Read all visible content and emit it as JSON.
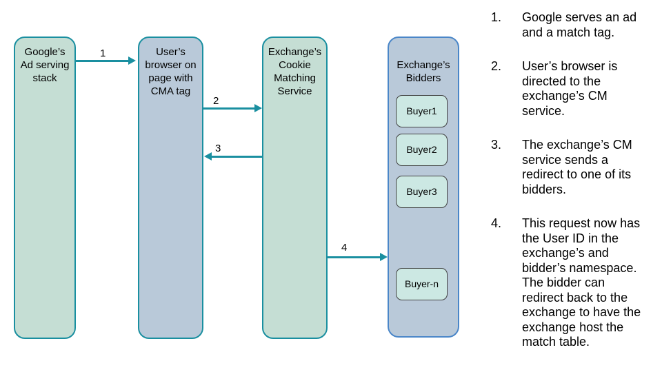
{
  "colors": {
    "teal": "#1a8fa0",
    "green_fill": "#c5ded4",
    "blue_fill": "#b9c9d9",
    "blue_border": "#4a86c8",
    "buyer_fill": "#cce8e3",
    "buyer_border": "#3f3f3f"
  },
  "diagram": {
    "google": {
      "label": "Google’s\nAd serving\nstack"
    },
    "browser": {
      "label": "User’s\nbrowser on\npage with\nCMA tag"
    },
    "cm_service": {
      "label": "Exchange’s\nCookie\nMatching\nService"
    },
    "bidders": {
      "label": "Exchange’s\nBidders",
      "buyers": [
        {
          "label": "Buyer1"
        },
        {
          "label": "Buyer2"
        },
        {
          "label": "Buyer3"
        },
        {
          "label": "Buyer-n"
        }
      ]
    },
    "arrows": [
      {
        "label": "1"
      },
      {
        "label": "2"
      },
      {
        "label": "3"
      },
      {
        "label": "4"
      }
    ]
  },
  "notes": {
    "items": [
      {
        "number": "1.",
        "text": "Google serves an ad\nand a match tag."
      },
      {
        "number": "2.",
        "text": "User’s browser is\ndirected to the\nexchange’s CM\nservice."
      },
      {
        "number": "3.",
        "text": "The exchange’s CM\nservice sends a\nredirect to one of its\nbidders."
      },
      {
        "number": "4.",
        "text": "This request now has\nthe User ID in the\nexchange’s and\nbidder’s namespace.\nThe bidder can\nredirect back to the\nexchange to have the\nexchange host the\nmatch table."
      }
    ]
  }
}
